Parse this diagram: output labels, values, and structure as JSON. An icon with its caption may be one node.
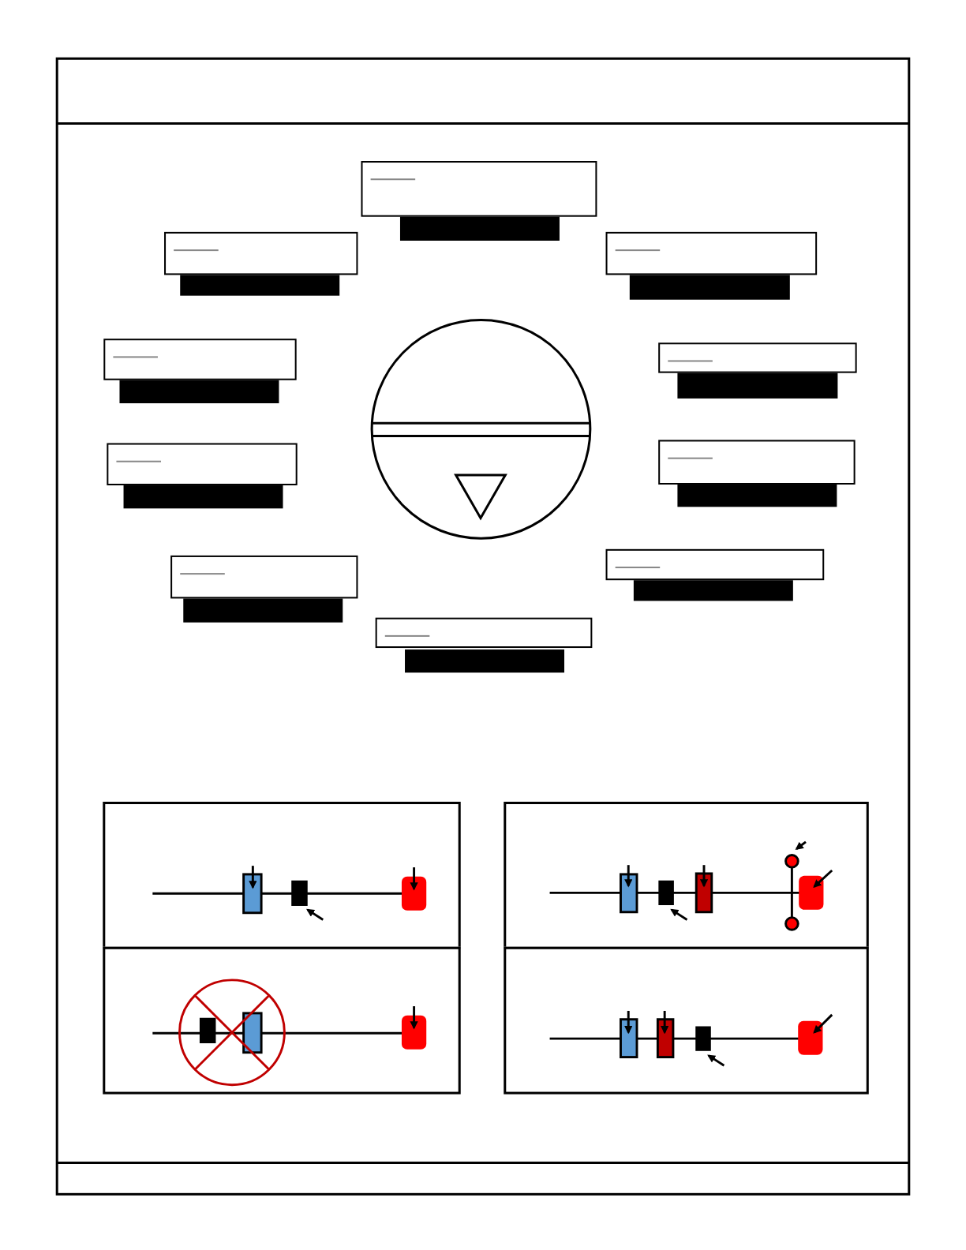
{
  "diagram": {
    "nodes": [
      {
        "text": [],
        "shape": "box"
      },
      {
        "text": [],
        "shape": "bar"
      },
      {
        "text": [],
        "shape": "box"
      },
      {
        "text": [],
        "shape": "box"
      },
      {
        "text": [],
        "shape": "bar"
      },
      {
        "text": [],
        "shape": "bar"
      },
      {
        "text": [],
        "shape": "circle"
      },
      {
        "text": [],
        "shape": "box"
      },
      {
        "text": [],
        "shape": "box"
      },
      {
        "text": [],
        "shape": "bar"
      },
      {
        "text": [],
        "shape": "bar"
      },
      {
        "text": [],
        "shape": "box"
      },
      {
        "text": [],
        "shape": "box"
      },
      {
        "text": [],
        "shape": "bar"
      },
      {
        "text": [],
        "shape": "bar"
      },
      {
        "text": [],
        "shape": "box"
      },
      {
        "text": [],
        "shape": "box"
      },
      {
        "text": [],
        "shape": "bar"
      },
      {
        "text": [],
        "shape": "bar"
      },
      {
        "text": [],
        "shape": "box"
      },
      {
        "text": [],
        "shape": "bar"
      },
      {
        "text": [],
        "shape": "box"
      },
      {
        "text": [],
        "shape": "box"
      },
      {
        "text": [],
        "shape": "box"
      },
      {
        "text": [],
        "shape": "box"
      }
    ]
  }
}
